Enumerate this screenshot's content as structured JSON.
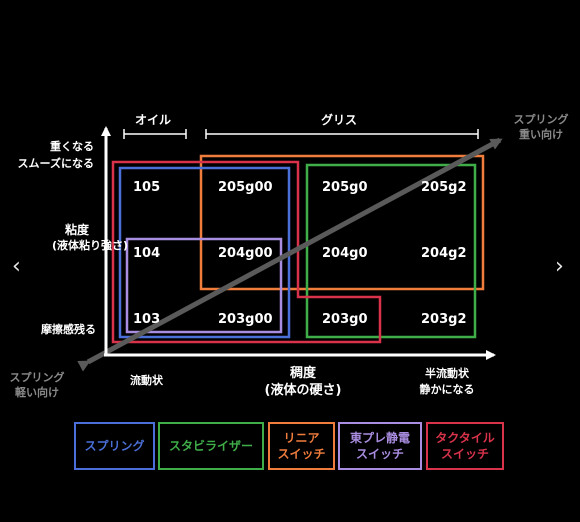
{
  "nav": {
    "prev": "‹",
    "next": "›"
  },
  "top_labels": {
    "oil": "オイル",
    "grease": "グリス"
  },
  "corner_labels": {
    "spring_heavy": [
      "スプリング",
      "重い向け"
    ],
    "spring_light": [
      "スプリング",
      "軽い向け"
    ]
  },
  "y_axis": {
    "title": [
      "粘度",
      "(液体粘り強さ)"
    ],
    "top": [
      "重くなる",
      "スムーズになる"
    ],
    "bottom": "摩擦感残る"
  },
  "x_axis": {
    "title": [
      "稠度",
      "(液体の硬さ)"
    ],
    "left": "流動状",
    "right": [
      "半流動状",
      "静かになる"
    ]
  },
  "grid": {
    "rows": [
      [
        "105",
        "205g00",
        "205g0",
        "205g2"
      ],
      [
        "104",
        "204g00",
        "204g0",
        "204g2"
      ],
      [
        "103",
        "203g00",
        "203g0",
        "203g2"
      ]
    ]
  },
  "colors": {
    "spring": "#4a6fd8",
    "stabilizer": "#3fae49",
    "linear": "#f07d3c",
    "topre": "#a98de0",
    "tactile": "#d8334a",
    "arrow": "#5a5a5a"
  },
  "legend": [
    {
      "key": "spring",
      "label": [
        "スプリング"
      ]
    },
    {
      "key": "stabilizer",
      "label": [
        "スタビライザー"
      ]
    },
    {
      "key": "linear",
      "label": [
        "リニア",
        "スイッチ"
      ]
    },
    {
      "key": "topre",
      "label": [
        "東プレ静電",
        "スイッチ"
      ]
    },
    {
      "key": "tactile",
      "label": [
        "タクタイル",
        "スイッチ"
      ]
    }
  ]
}
